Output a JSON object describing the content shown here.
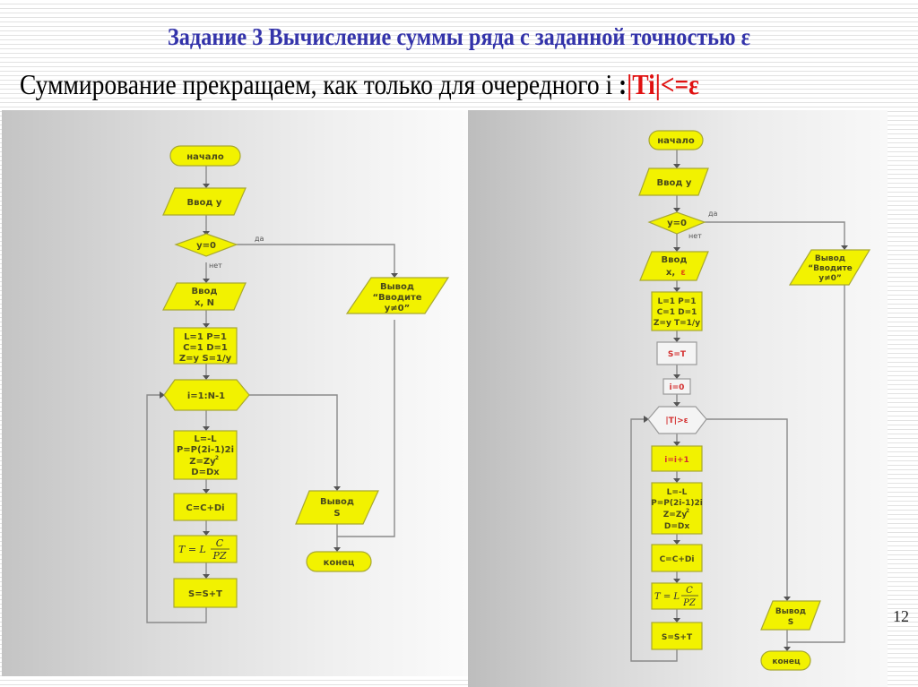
{
  "slide": {
    "title": "Задание 3 Вычисление суммы ряда с заданной точностью ε",
    "subtitle_text": "Суммирование прекращаем, как только для очередного i ",
    "subtitle_colon": ":",
    "subtitle_condition": "|Ti|<=ε",
    "page_number": "12",
    "colors": {
      "title": "#3333aa",
      "condition": "#e01010",
      "block_fill": "#f2f200"
    }
  },
  "left_flowchart": {
    "start": "начало",
    "input_y": "Ввод y",
    "check_y": "y=0",
    "yes_label": "да",
    "no_label": "нет",
    "input_xn_line1": "Ввод",
    "input_xn_line2": "x, N",
    "init_line1": "L=1 P=1",
    "init_line2": "C=1 D=1",
    "init_line3": "Z=y S=1/y",
    "loop": "i=1:N-1",
    "calc_line1": "L=-L",
    "calc_line2": "P=P(2i-1)2i",
    "calc_line3": "Z=Zy",
    "calc_line3_sup": "2",
    "calc_line4": "D=Dx",
    "sum_c": "C=C+Di",
    "t_formula_lhs": "T = L",
    "t_formula_num": "C",
    "t_formula_den": "PZ",
    "sum_s": "S=S+T",
    "error_line1": "Вывод",
    "error_line2": "“Вводите",
    "error_line3": "y≠0”",
    "output_line1": "Вывод",
    "output_line2": "S",
    "end": "конец"
  },
  "right_flowchart": {
    "start": "начало",
    "input_y": "Ввод y",
    "check_y": "y=0",
    "yes_label": "да",
    "no_label": "нет",
    "input_xe_line1": "Ввод",
    "input_xe_line2": "x, ",
    "input_xe_eps": "ε",
    "init_line1": "L=1 P=1",
    "init_line2": "C=1 D=1",
    "init_line3": "Z=y T=1/y",
    "s_eq_t": "S=T",
    "i_zero": "i=0",
    "loop_condition": "|T|>ε",
    "inc_i": "i=i+1",
    "calc_line1": "L=-L",
    "calc_line2": "P=P(2i-1)2i",
    "calc_line3": "Z=Zy",
    "calc_line3_sup": "2",
    "calc_line4": "D=Dx",
    "sum_c": "C=C+Di",
    "t_formula_lhs": "T = L",
    "t_formula_num": "C",
    "t_formula_den": "PZ",
    "sum_s": "S=S+T",
    "error_line1": "Вывод",
    "error_line2": "“Вводите",
    "error_line3": "y≠0”",
    "output_line1": "Вывод",
    "output_line2": "S",
    "end": "конец"
  }
}
